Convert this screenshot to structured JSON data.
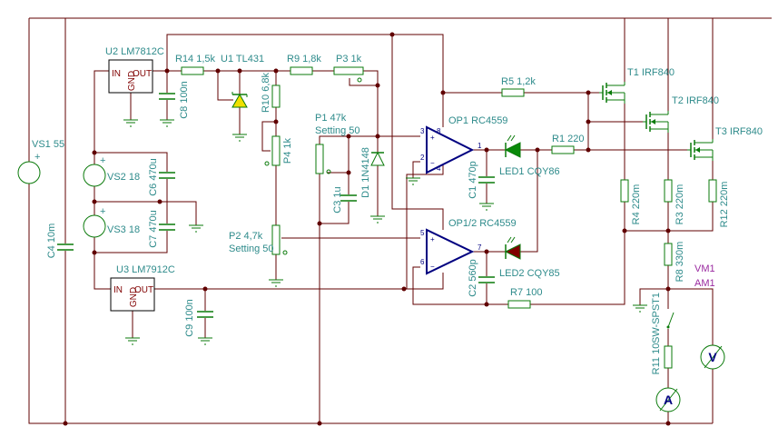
{
  "colors": {
    "wire": "#600000",
    "component": "#0a7a0a",
    "label": "#2e8b8b",
    "opamp": "#000080",
    "meter_label": "#9a2aa0",
    "led1": "#0a8a0a",
    "led2": "#800000",
    "zener": "#f0e000"
  },
  "regulators": {
    "u2": {
      "name": "U2 LM7812C",
      "in": "IN",
      "out": "OUT",
      "gnd": "GND"
    },
    "u3": {
      "name": "U3 LM7912C",
      "in": "IN",
      "out": "OUT",
      "gnd": "GND"
    }
  },
  "sources": {
    "vs1": "VS1 55",
    "vs2": "VS2 18",
    "vs3": "VS3 18",
    "plus": "+"
  },
  "capacitors": {
    "c1": "C1 470p",
    "c2": "C2 560p",
    "c3": "C3 1u",
    "c4": "C4 10m",
    "c6": "C6 470u",
    "c7": "C7 470u",
    "c8": "C8 100n",
    "c9": "C9 100n"
  },
  "resistors": {
    "r1": "R1 220",
    "r3": "R3 220m",
    "r4": "R4 220m",
    "r5": "R5 1,2k",
    "r7": "R7 100",
    "r8": "R8 330m",
    "r9": "R9 1,8k",
    "r10": "R10 6,8k",
    "r11": "R11 10",
    "r12": "R12 220m",
    "r14": "R14 1,5k"
  },
  "pots": {
    "p1": "P1 47k",
    "p1_setting": "Setting 50",
    "p2": "P2 4,7k",
    "p2_setting": "Setting 50",
    "p3": "P3 1k",
    "p4": "P4 1k"
  },
  "semis": {
    "u1": "U1 TL431",
    "d1": "D1 1N4148",
    "led1": "LED1 CQY86",
    "led2": "LED2 CQY85",
    "t1": "T1 IRF840",
    "t2": "T2 IRF840",
    "t3": "T3 IRF840"
  },
  "opamps": {
    "op1": {
      "name": "OP1 RC4559",
      "pins": [
        "3",
        "2",
        "1",
        "8",
        "4"
      ]
    },
    "op2": {
      "name": "OP1/2 RC4559",
      "pins": [
        "5",
        "6",
        "7"
      ]
    }
  },
  "switch": "SW-SPST1",
  "meters": {
    "vm": "VM1",
    "am": "AM1",
    "v_symbol": "V",
    "a_symbol": "A"
  }
}
